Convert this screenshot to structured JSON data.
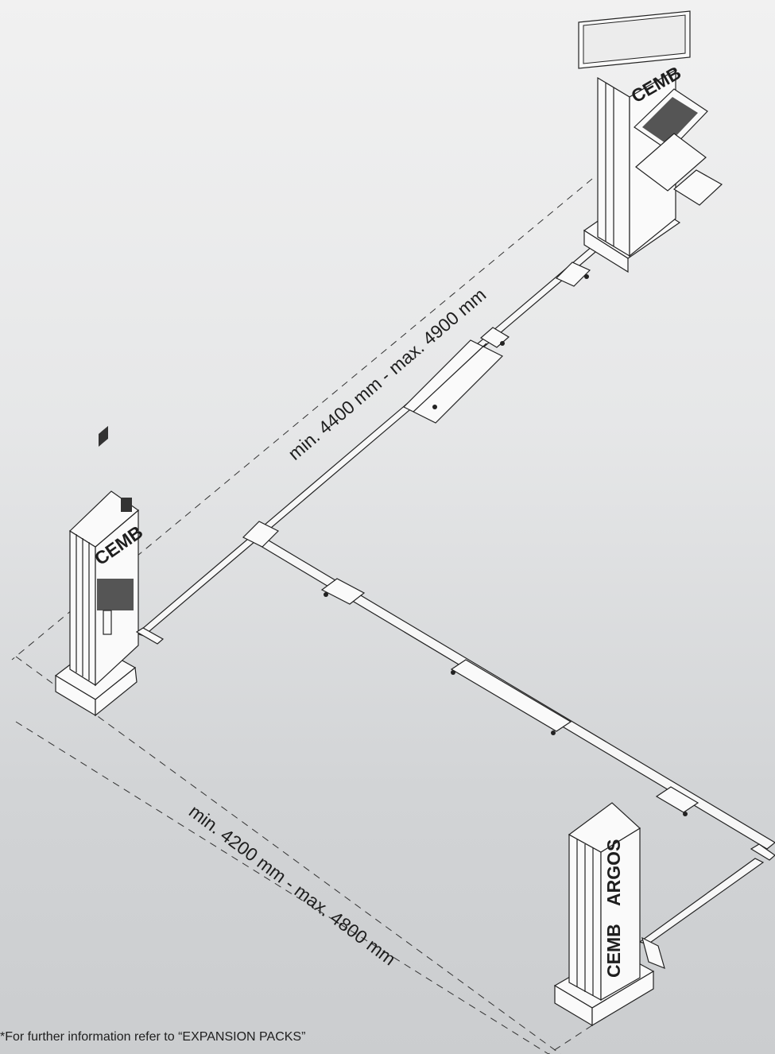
{
  "dimensions": {
    "length_label": "min. 4400 mm - max. 4900 mm",
    "width_label": "min. 4200 mm - max. 4800 mm"
  },
  "footnote": "*For further information refer to  “EXPANSION PACKS”",
  "brand": {
    "logo_text": "CEMB",
    "model_text": "ARGOS"
  },
  "colors": {
    "line": "#222222",
    "background_top": "#f1f1f1",
    "background_bottom": "#cbcdcf"
  }
}
